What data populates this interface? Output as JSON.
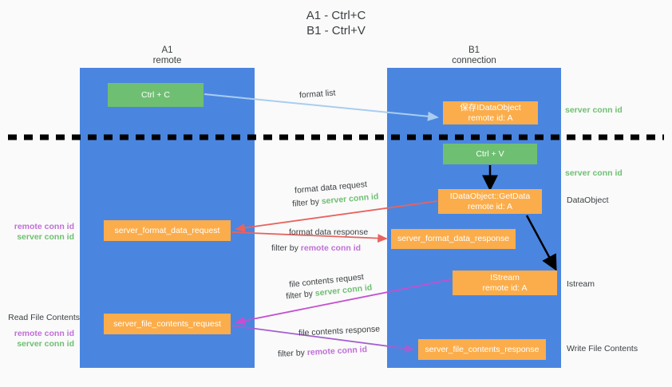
{
  "title": {
    "line1": "A1 - Ctrl+C",
    "line2": "B1 - Ctrl+V"
  },
  "columns": {
    "a1": {
      "name": "A1",
      "role": "remote"
    },
    "b1": {
      "name": "B1",
      "role": "connection"
    }
  },
  "boxes": {
    "ctrl_c": "Ctrl + C",
    "ctrl_v": "Ctrl + V",
    "idataobject_line1": "保存IDataObject",
    "idataobject_line2": "remote id: A",
    "getdata_line1": "IDataObject::GetData",
    "getdata_line2": "remote id: A",
    "istream_line1": "IStream",
    "istream_line2": "remote id: A",
    "server_format_data_request": "server_format_data_request",
    "server_format_data_response": "server_format_data_response",
    "server_file_contents_request": "server_file_contents_request",
    "server_file_contents_response": "server_file_contents_response"
  },
  "captions": {
    "format_list": "format list",
    "format_data_request": "format data request",
    "format_data_request_filter_prefix": "filter by ",
    "format_data_request_filter_value": "server conn id",
    "format_data_response": "format data response",
    "format_data_response_filter_prefix": "filter by ",
    "format_data_response_filter_value": "remote conn id",
    "file_contents_request": "file contents request",
    "file_contents_request_filter_prefix": "filter by ",
    "file_contents_request_filter_value": "server conn id",
    "file_contents_response": "file contents response",
    "file_contents_response_filter_prefix": "filter by ",
    "file_contents_response_filter_value": "remote conn id"
  },
  "side_labels": {
    "right_server_conn_id_top": "server conn id",
    "right_server_conn_id_mid": "server conn id",
    "right_dataobject": "DataObject",
    "right_istream": "Istream",
    "right_write_file_contents": "Write File Contents",
    "left_remote_conn_id_1": "remote conn id",
    "left_server_conn_id_1": "server conn id",
    "left_read_file_contents": "Read File Contents",
    "left_remote_conn_id_2": "remote conn id",
    "left_server_conn_id_2": "server conn id"
  },
  "colors": {
    "column_blue": "#4a86e0",
    "green_box": "#6fbf72",
    "orange_box": "#fbad4b",
    "green_text": "#6fbf72",
    "purple_text": "#c06fd8",
    "light_blue_arrow": "#a9cdf0",
    "red_arrow": "#e8635f",
    "magenta_arrow": "#c44fd0",
    "purple_arrow": "#a35fd0",
    "black_arrow": "#000000",
    "background": "#fafafa"
  }
}
